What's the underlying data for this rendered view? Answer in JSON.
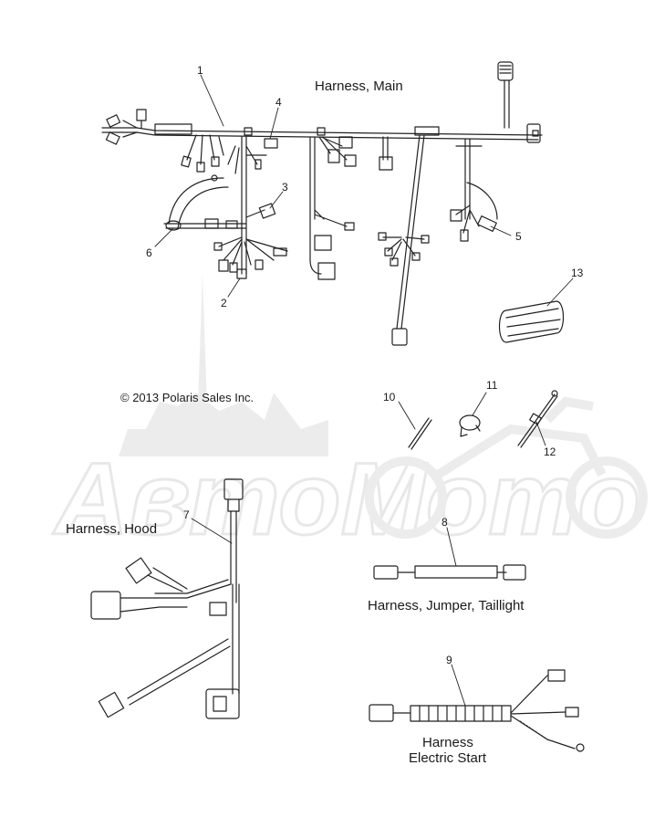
{
  "section_titles": {
    "main": "Harness, Main",
    "hood": "Harness, Hood",
    "jumper": "Harness, Jumper, Taillight",
    "electric_start_line1": "Harness",
    "electric_start_line2": "Electric Start"
  },
  "copyright": "© 2013 Polaris Sales Inc.",
  "watermark": "АвтоМото",
  "callouts": {
    "n1": "1",
    "n2": "2",
    "n3": "3",
    "n4": "4",
    "n5": "5",
    "n6": "6",
    "n7": "7",
    "n8": "8",
    "n9": "9",
    "n10": "10",
    "n11": "11",
    "n12": "12",
    "n13": "13"
  }
}
